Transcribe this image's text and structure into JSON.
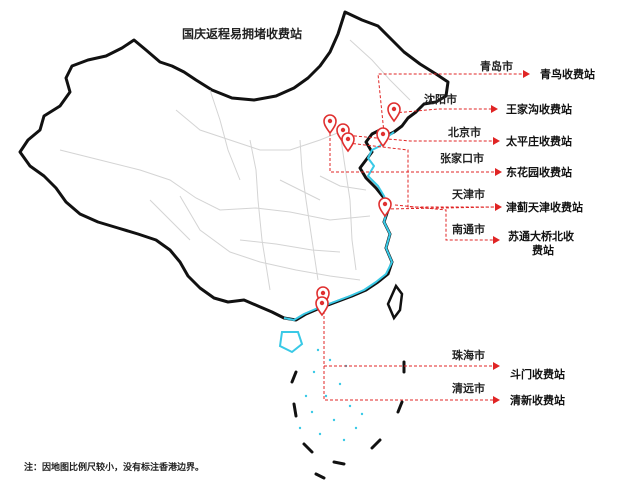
{
  "map": {
    "title": "国庆返程易拥堵收费站",
    "note": "注：因地图比例尺较小，没有标注香港边界。",
    "colors": {
      "border": "#111111",
      "province_line": "#d4d4d4",
      "coast": "#39c9e6",
      "leader": "#e02424",
      "pin": "#e03030"
    },
    "entries": [
      {
        "id": "qingdao",
        "city": "青岛市",
        "station": "青鸟收费站"
      },
      {
        "id": "shenyang",
        "city": "沈阳市",
        "station": "王家沟收费站"
      },
      {
        "id": "beijing",
        "city": "北京市",
        "station": "太平庄收费站"
      },
      {
        "id": "zhangjiakou",
        "city": "张家口市",
        "station": "东花园收费站"
      },
      {
        "id": "tianjin",
        "city": "天津市",
        "station": "津蓟天津收费站"
      },
      {
        "id": "nantong",
        "city": "南通市",
        "station": "苏通大桥北收费站",
        "station_line1": "苏通大桥北收",
        "station_line2": "费站"
      },
      {
        "id": "zhuhai",
        "city": "珠海市",
        "station": "斗门收费站"
      },
      {
        "id": "qingyuan",
        "city": "清远市",
        "station": "清新收费站"
      }
    ]
  }
}
